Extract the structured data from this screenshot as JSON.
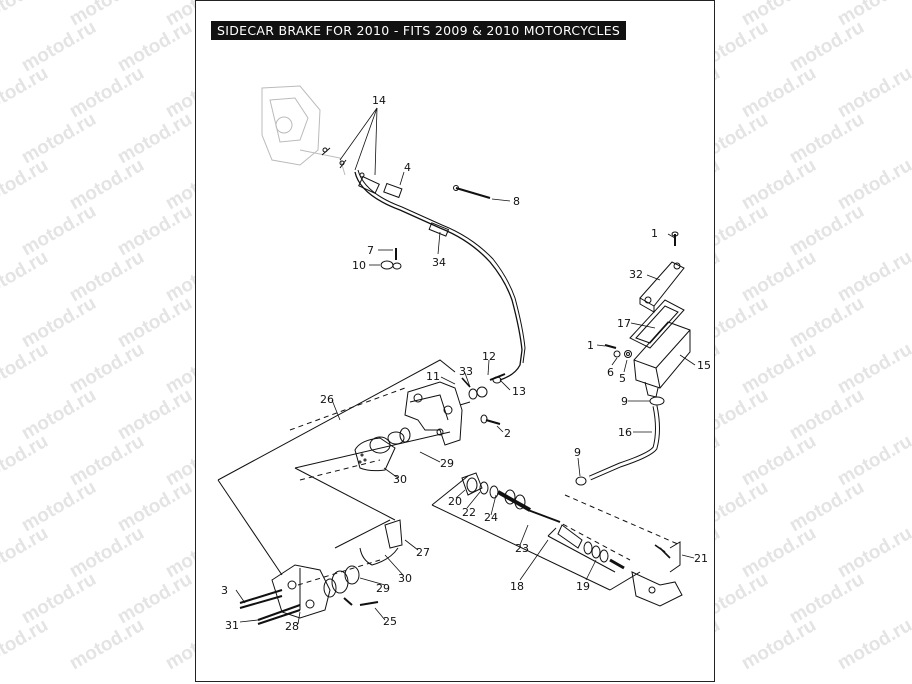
{
  "title": "SIDECAR BRAKE FOR 2010 - FITS 2009 & 2010 MOTORCYCLES",
  "watermark": "motod.ru",
  "callouts": {
    "c1a": "1",
    "c1b": "1",
    "c2": "2",
    "c3": "3",
    "c4": "4",
    "c5": "5",
    "c6": "6",
    "c7": "7",
    "c8": "8",
    "c9a": "9",
    "c9b": "9",
    "c10": "10",
    "c11": "11",
    "c12": "12",
    "c13": "13",
    "c14": "14",
    "c15": "15",
    "c16": "16",
    "c17": "17",
    "c18": "18",
    "c19": "19",
    "c20": "20",
    "c21": "21",
    "c22": "22",
    "c23": "23",
    "c24": "24",
    "c25": "25",
    "c26": "26",
    "c27": "27",
    "c28": "28",
    "c29a": "29",
    "c29b": "29",
    "c30a": "30",
    "c30b": "30",
    "c31": "31",
    "c32": "32",
    "c33": "33",
    "c34": "34"
  }
}
